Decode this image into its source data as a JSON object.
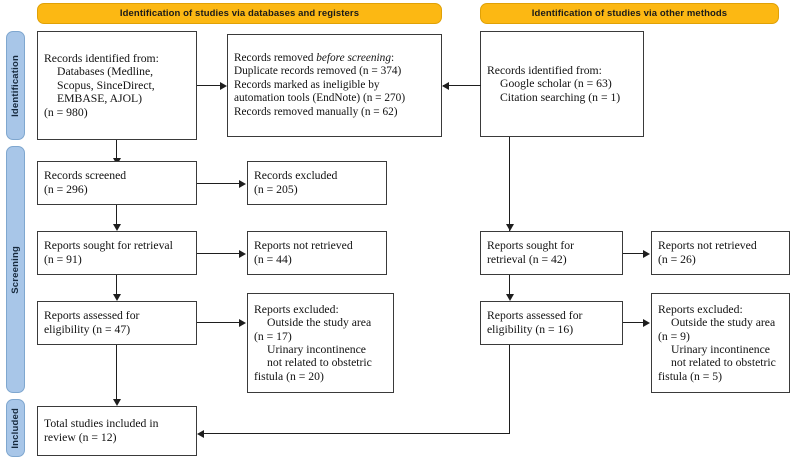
{
  "diagram": {
    "type": "prisma-flow-diagram",
    "colors": {
      "header_fill": "#FCB813",
      "header_border": "#E0A106",
      "phase_fill": "#A8C6E8",
      "phase_border": "#7FA7CF",
      "box_border": "#3A3A3A",
      "connector": "#1E1E1E",
      "page_background": "#FFFFFF"
    },
    "headers": [
      {
        "id": "header-databases",
        "label": "Identification of studies via databases and registers"
      },
      {
        "id": "header-other-methods",
        "label": "Identification of studies via other methods"
      }
    ],
    "phases": [
      {
        "id": "phase-identification",
        "label": "Identification"
      },
      {
        "id": "phase-screening",
        "label": "Screening"
      },
      {
        "id": "phase-included",
        "label": "Included"
      }
    ],
    "boxes": {
      "records_identified_db": {
        "lines": [
          {
            "text": "Records identified from:",
            "indent": false
          },
          {
            "text": "Databases (Medline,",
            "indent": true
          },
          {
            "text": "Scopus, SinceDirect,",
            "indent": true
          },
          {
            "text": "EMBASE, AJOL)",
            "indent": true
          },
          {
            "text": "(n = 980)",
            "indent": false
          }
        ]
      },
      "records_removed_before_screening": {
        "lines": [
          {
            "text": "Records removed before screening:",
            "indent": false,
            "italic_part": "before screening"
          },
          {
            "text": "Duplicate records removed (n = 374)",
            "indent": false
          },
          {
            "text": "Records marked as ineligible by",
            "indent": false
          },
          {
            "text": "automation tools (EndNote) (n = 270)",
            "indent": false
          },
          {
            "text": "Records removed manually (n = 62)",
            "indent": false
          }
        ]
      },
      "records_screened": {
        "lines": [
          {
            "text": "Records screened",
            "indent": false
          },
          {
            "text": "(n = 296)",
            "indent": false
          }
        ]
      },
      "records_excluded": {
        "lines": [
          {
            "text": "Records excluded",
            "indent": false
          },
          {
            "text": "(n = 205)",
            "indent": false
          }
        ]
      },
      "reports_sought_db": {
        "lines": [
          {
            "text": "Reports sought for retrieval",
            "indent": false
          },
          {
            "text": "(n = 91)",
            "indent": false
          }
        ]
      },
      "reports_not_retrieved_db": {
        "lines": [
          {
            "text": "Reports not retrieved",
            "indent": false
          },
          {
            "text": "(n = 44)",
            "indent": false
          }
        ]
      },
      "reports_assessed_db": {
        "lines": [
          {
            "text": "Reports assessed for",
            "indent": false
          },
          {
            "text": "eligibility (n = 47)",
            "indent": false
          }
        ]
      },
      "reports_excluded_db": {
        "lines": [
          {
            "text": "Reports excluded:",
            "indent": false
          },
          {
            "text": "Outside the study area",
            "indent": true
          },
          {
            "text": "(n = 17)",
            "indent": false
          },
          {
            "text": "Urinary incontinence",
            "indent": true
          },
          {
            "text": "not related to obstetric",
            "indent": true
          },
          {
            "text": "fistula (n = 20)",
            "indent": false
          }
        ]
      },
      "total_studies_included": {
        "lines": [
          {
            "text": "Total studies included in",
            "indent": false
          },
          {
            "text": "review (n = 12)",
            "indent": false
          }
        ]
      },
      "records_identified_other": {
        "lines": [
          {
            "text": "Records identified from:",
            "indent": false
          },
          {
            "text": "Google scholar (n = 63)",
            "indent": true
          },
          {
            "text": "Citation searching (n = 1)",
            "indent": true
          }
        ]
      },
      "reports_sought_other": {
        "lines": [
          {
            "text": "Reports sought for",
            "indent": false
          },
          {
            "text": "retrieval (n = 42)",
            "indent": false
          }
        ]
      },
      "reports_not_retrieved_other": {
        "lines": [
          {
            "text": "Reports not retrieved",
            "indent": false
          },
          {
            "text": "(n = 26)",
            "indent": false
          }
        ]
      },
      "reports_assessed_other": {
        "lines": [
          {
            "text": "Reports assessed for",
            "indent": false
          },
          {
            "text": "eligibility (n = 16)",
            "indent": false
          }
        ]
      },
      "reports_excluded_other": {
        "lines": [
          {
            "text": "Reports excluded:",
            "indent": false
          },
          {
            "text": "Outside the study area",
            "indent": true
          },
          {
            "text": "(n = 9)",
            "indent": false
          },
          {
            "text": "Urinary incontinence",
            "indent": true
          },
          {
            "text": "not related to obstetric",
            "indent": true
          },
          {
            "text": "fistula (n = 5)",
            "indent": false
          }
        ]
      }
    },
    "counts": {
      "records_identified_databases": 980,
      "duplicate_records_removed": 374,
      "records_ineligible_automation": 270,
      "records_removed_manually": 62,
      "records_screened": 296,
      "records_excluded": 205,
      "reports_sought_databases": 91,
      "reports_not_retrieved_databases": 44,
      "reports_assessed_databases": 47,
      "excluded_outside_study_area_databases": 17,
      "excluded_urinary_incontinence_databases": 20,
      "records_identified_google_scholar": 63,
      "records_identified_citation_searching": 1,
      "reports_sought_other": 42,
      "reports_not_retrieved_other": 26,
      "reports_assessed_other": 16,
      "excluded_outside_study_area_other": 9,
      "excluded_urinary_incontinence_other": 5,
      "total_studies_included": 12
    }
  }
}
